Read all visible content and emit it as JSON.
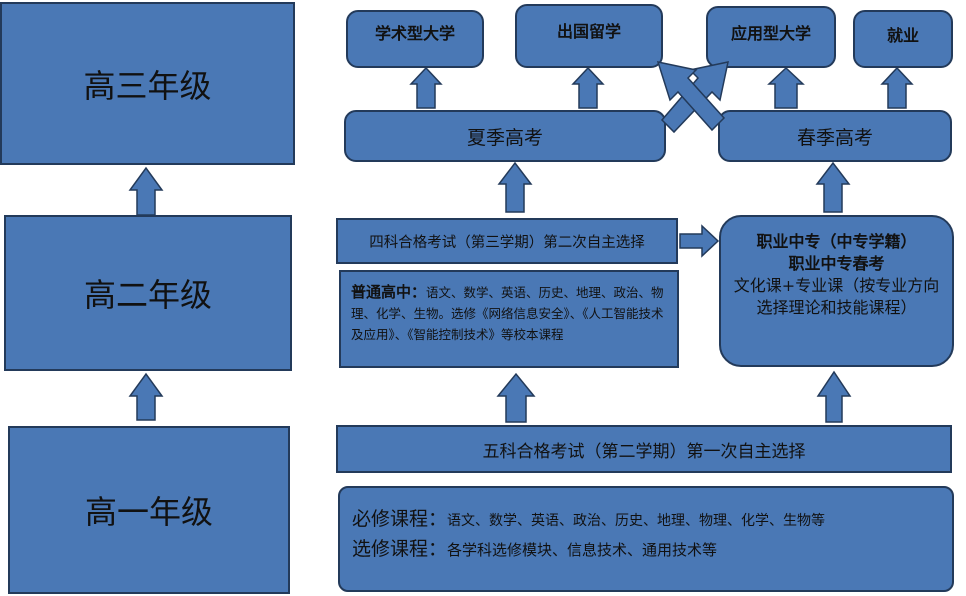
{
  "colors": {
    "box_fill": "#4a78b5",
    "border": "#233a5a",
    "text": "#111111"
  },
  "grades": {
    "grade3": "高三年级",
    "grade2": "高二年级",
    "grade1": "高一年级"
  },
  "destinations": {
    "academic_univ": "学术型大学",
    "study_abroad": "出国留学",
    "applied_univ": "应用型大学",
    "employment": "就业"
  },
  "exams": {
    "summer": "夏季高考",
    "spring": "春季高考"
  },
  "grade2_section": {
    "second_choice": "四科合格考试（第三学期）第二次自主选择",
    "general_title": "普通高中：",
    "general_desc": "语文、数学、英语、历史、地理、政治、物理、化学、生物。选修《网络信息安全》、《人工智能技术及应用》、《智能控制技术》等校本课程",
    "vocational_title1": "职业中专（中专学籍）",
    "vocational_title2": "职业中专春考",
    "vocational_desc": "文化课+专业课（按专业方向选择理论和技能课程）"
  },
  "grade1_section": {
    "first_choice": "五科合格考试（第二学期）第一次自主选择",
    "required_label": "必修课程：",
    "required_list": "语文、数学、英语、政治、历史、地理、物理、化学、生物等",
    "elective_label": "选修课程：",
    "elective_list": "各学科选修模块、信息技术、通用技术等"
  }
}
